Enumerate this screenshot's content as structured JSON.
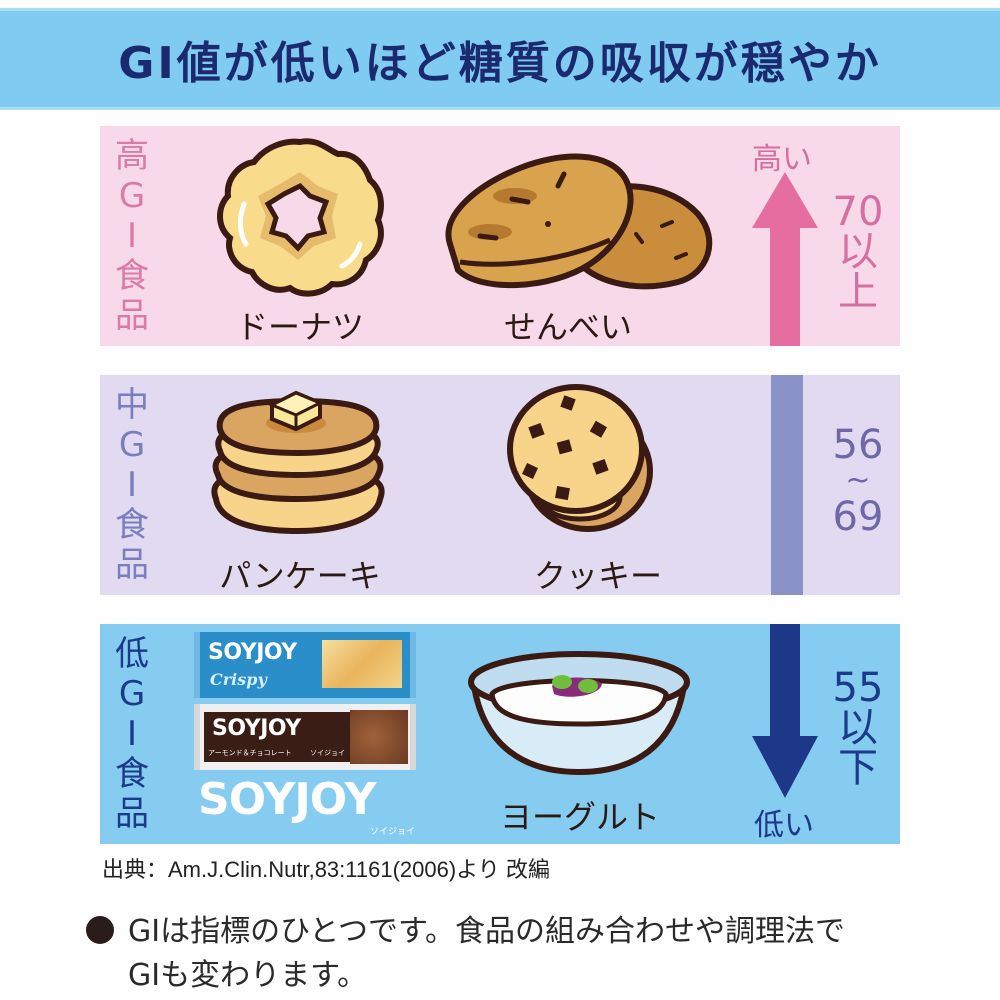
{
  "header": {
    "title": "GI値が低いほど糖質の吸収が穏やか"
  },
  "bands": {
    "high": {
      "label_chars": [
        "高",
        "G",
        "I",
        "食",
        "品"
      ],
      "foods": [
        {
          "name": "ドーナツ",
          "icon": "donut-icon"
        },
        {
          "name": "せんべい",
          "icon": "senbei-icon"
        }
      ],
      "arrow_label": "高い",
      "range_chars": [
        "70",
        "以",
        "上"
      ],
      "color": "#e66da0",
      "background": "#f7d9e9"
    },
    "mid": {
      "label_chars": [
        "中",
        "G",
        "I",
        "食",
        "品"
      ],
      "foods": [
        {
          "name": "パンケーキ",
          "icon": "pancake-icon"
        },
        {
          "name": "クッキー",
          "icon": "cookie-icon"
        }
      ],
      "range_chars": [
        "56",
        "~",
        "69"
      ],
      "color": "#8a93c8",
      "background": "#e2daf0"
    },
    "low": {
      "label_chars": [
        "低",
        "G",
        "I",
        "食",
        "品"
      ],
      "foods": [
        {
          "name": "SOYJOY",
          "icon": "soyjoy-bars-image"
        },
        {
          "name": "ヨーグルト",
          "icon": "yogurt-icon"
        }
      ],
      "soyjoy": {
        "bar1_brand": "SOYJOY",
        "bar1_sub": "Crispy",
        "bar2_brand": "SOYJOY",
        "bar2_sub": "アーモンド＆チョコレート",
        "bar2_kana": "ソイジョイ",
        "logo": "SOYJOY",
        "logo_kana": "ソイジョイ"
      },
      "arrow_label": "低い",
      "range_chars": [
        "55",
        "以",
        "下"
      ],
      "color": "#1d3889",
      "background": "#86cbf0"
    }
  },
  "source": "出典：Am.J.Clin.Nutr,83:1161(2006)より 改編",
  "note": {
    "line1": "GIは指標のひとつです。食品の組み合わせや調理法で",
    "line2": "GIも変わります。"
  }
}
